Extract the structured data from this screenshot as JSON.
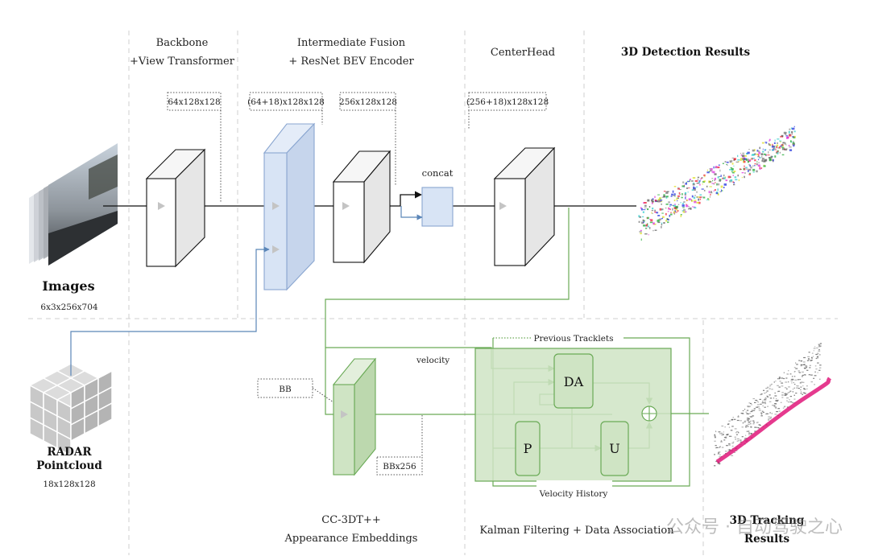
{
  "columns": {
    "backbone": [
      "Backbone",
      "+View Transformer"
    ],
    "fusion": [
      "Intermediate Fusion",
      "+ ResNet BEV Encoder"
    ],
    "centerhead": "CenterHead",
    "detection": "3D Detection Results"
  },
  "dims": {
    "backbone_out": "64x128x128",
    "fusion_in": "(64+18)x128x128",
    "fusion_out": "256x128x128",
    "head_in": "(256+18)x128x128",
    "bb": "BB",
    "bb_emb": "BBx256"
  },
  "labels": {
    "concat": "concat",
    "velocity": "velocity",
    "previous_tracklets": "Previous Tracklets",
    "velocity_history": "Velocity History",
    "da": "DA",
    "p": "P",
    "u": "U"
  },
  "inputs": {
    "images": {
      "title": "Images",
      "dims": "6x3x256x704"
    },
    "radar": {
      "title_line1": "RADAR",
      "title_line2": "Pointcloud",
      "dims": "18x128x128"
    }
  },
  "bottom": {
    "cc3dt": [
      "CC-3DT++",
      "Appearance Embeddings"
    ],
    "kalman": "Kalman Filtering + Data Association",
    "tracking": [
      "3D Tracking",
      "Results"
    ]
  },
  "watermark": "公众号 · 自动驾驶之心",
  "colors": {
    "blue_fill": "#d8e4f5",
    "blue_stroke": "#8aa6d0",
    "green_fill": "#cfe4c4",
    "green_stroke": "#6aaa56",
    "cube_fill": "#f1f1f1",
    "arrow_gray": "#c4c4c4",
    "radar_line": "#5b86b8"
  }
}
